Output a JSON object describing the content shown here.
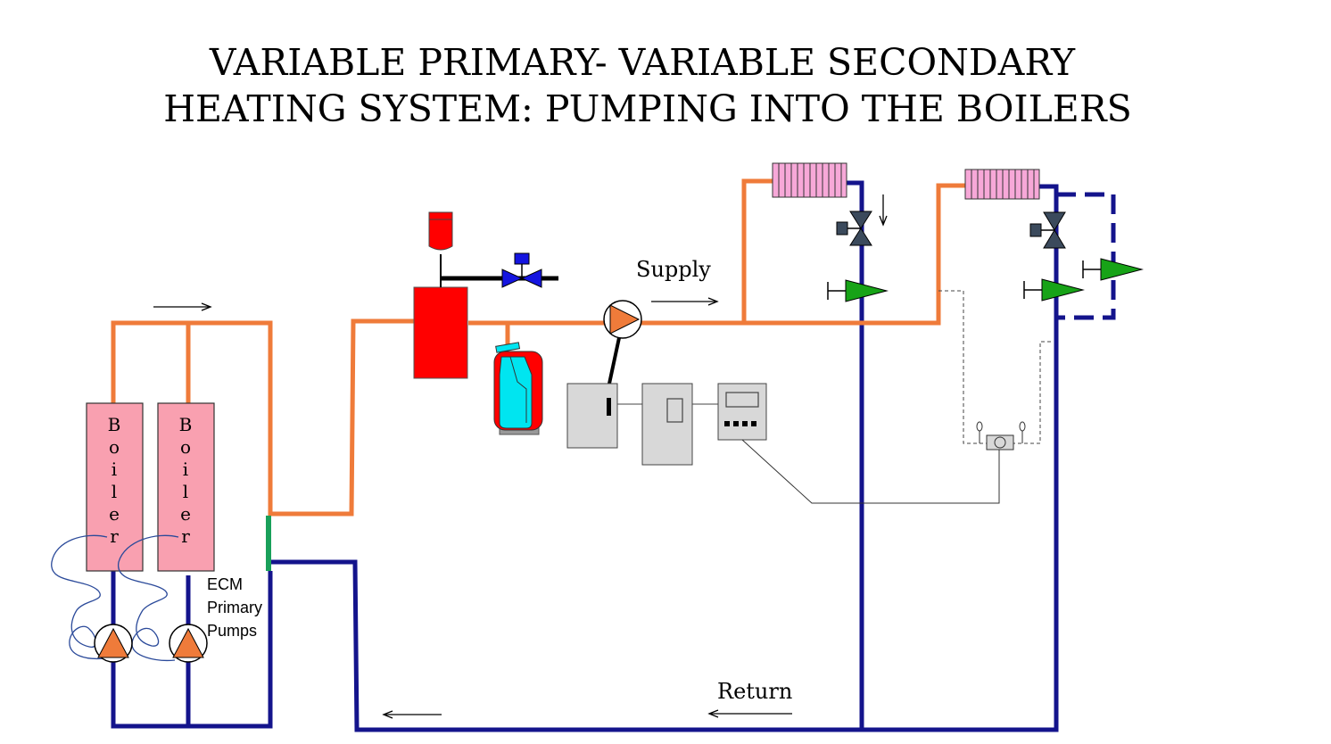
{
  "title": {
    "line1": "VARIABLE PRIMARY- VARIABLE SECONDARY",
    "line2": "HEATING SYSTEM: PUMPING INTO THE BOILERS"
  },
  "labels": {
    "supply": "Supply",
    "return": "Return",
    "ecm_line1": "ECM",
    "ecm_line2": "Primary",
    "ecm_line3": "Pumps"
  },
  "boilers": [
    {
      "letters": [
        "B",
        "o",
        "i",
        "l",
        "e",
        "r"
      ]
    },
    {
      "letters": [
        "B",
        "o",
        "i",
        "l",
        "e",
        "r"
      ]
    }
  ],
  "colors": {
    "supply_pipe": "#ef7b3a",
    "return_pipe": "#14148c",
    "decoupler": "#19a05a",
    "boiler_fill": "#f9a0b0",
    "pump_fill": "#ef7b3a",
    "air_separator": "#ff0000",
    "expansion_tank": "#00e5f0",
    "radiator_fill": "#f7a8d8",
    "balancing_valve": "#17a317",
    "control_box": "#d8d8d8",
    "valve_body": "#3b4a5c",
    "solenoid_valve": "#1515e0"
  }
}
